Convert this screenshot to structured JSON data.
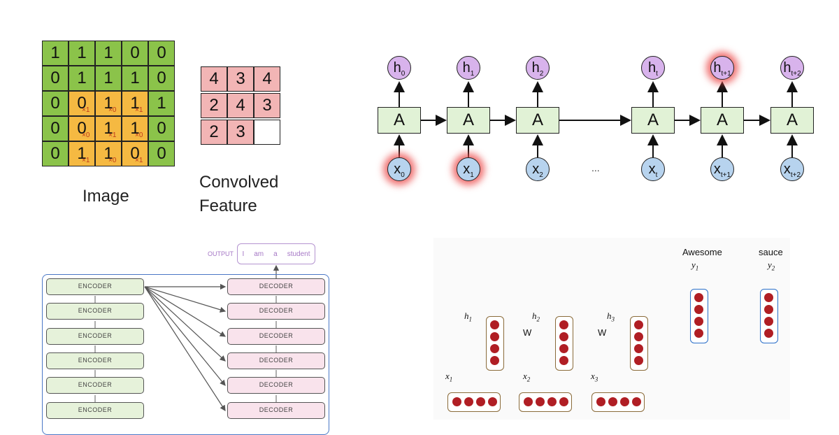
{
  "cnn": {
    "image_grid": [
      [
        "1",
        "1",
        "1",
        "0",
        "0"
      ],
      [
        "0",
        "1",
        "1",
        "1",
        "0"
      ],
      [
        "0",
        "0",
        "1",
        "1",
        "1"
      ],
      [
        "0",
        "0",
        "1",
        "1",
        "0"
      ],
      [
        "0",
        "1",
        "1",
        "0",
        "0"
      ]
    ],
    "kernel_subscripts": [
      [
        "×1",
        "×0",
        "×1"
      ],
      [
        "×0",
        "×1",
        "×0"
      ],
      [
        "×1",
        "×0",
        "×1"
      ]
    ],
    "feature_grid": [
      [
        "4",
        "3",
        "4"
      ],
      [
        "2",
        "4",
        "3"
      ],
      [
        "2",
        "3",
        ""
      ]
    ],
    "image_caption": "Image",
    "feature_caption_1": "Convolved",
    "feature_caption_2": "Feature"
  },
  "rnn": {
    "cell_label": "A",
    "hidden": [
      {
        "base": "h",
        "sub": "0"
      },
      {
        "base": "h",
        "sub": "1"
      },
      {
        "base": "h",
        "sub": "2"
      },
      {
        "base": "h",
        "sub": "t"
      },
      {
        "base": "h",
        "sub": "t+1"
      },
      {
        "base": "h",
        "sub": "t+2"
      }
    ],
    "inputs": [
      {
        "base": "x",
        "sub": "0"
      },
      {
        "base": "x",
        "sub": "1"
      },
      {
        "base": "x",
        "sub": "2"
      },
      {
        "base": "x",
        "sub": "t"
      },
      {
        "base": "x",
        "sub": "t+1"
      },
      {
        "base": "x",
        "sub": "t+2"
      }
    ],
    "ellipsis": "..."
  },
  "transformer": {
    "output_label": "OUTPUT",
    "output_words": [
      "I",
      "am",
      "a",
      "student"
    ],
    "encoder_label": "ENCODER",
    "decoder_label": "DECODER"
  },
  "seq2seq": {
    "outputs": [
      {
        "word": "Awesome",
        "var": "y",
        "sub": "1"
      },
      {
        "word": "sauce",
        "var": "y",
        "sub": "2"
      }
    ],
    "hidden_labels": [
      {
        "var": "h",
        "sub": "1"
      },
      {
        "var": "h",
        "sub": "2"
      },
      {
        "var": "h",
        "sub": "3"
      }
    ],
    "input_labels": [
      {
        "var": "x",
        "sub": "1"
      },
      {
        "var": "x",
        "sub": "2"
      },
      {
        "var": "x",
        "sub": "3"
      }
    ],
    "weight_label": "W"
  },
  "colors": {
    "image_green": "#8bc34a",
    "kernel_orange": "#f5b942",
    "feature_pink": "#f2b5b5",
    "rnn_cell": "#e1f2d6",
    "rnn_hidden": "#d8b3ec",
    "rnn_input": "#b7d3ee",
    "encoder": "#e6f2da",
    "decoder": "#f9e3ec",
    "neuron": "#b01e24",
    "seq_arrow_red": "#b03030",
    "seq_arrow_blue": "#2a6fc9"
  }
}
